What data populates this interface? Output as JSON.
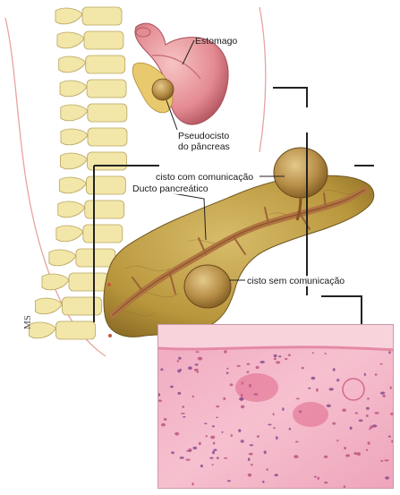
{
  "labels": {
    "estomago": "Estomago",
    "pseudocisto_line1": "Pseudocisto",
    "pseudocisto_line2": "do pâncreas",
    "cisto_com": "cisto com comunicação",
    "ducto": "Ducto pancreático",
    "cisto_sem": "cisto sem comunicação"
  },
  "signature_mark": "MS",
  "colors": {
    "bone": "#f2e6a8",
    "bone_outline": "#b9a560",
    "stomach": "#e89aa0",
    "pancreas": "#c3a04a",
    "duct": "#a9673a",
    "histology": "#f2b4c6",
    "leader_line": "#222222"
  }
}
